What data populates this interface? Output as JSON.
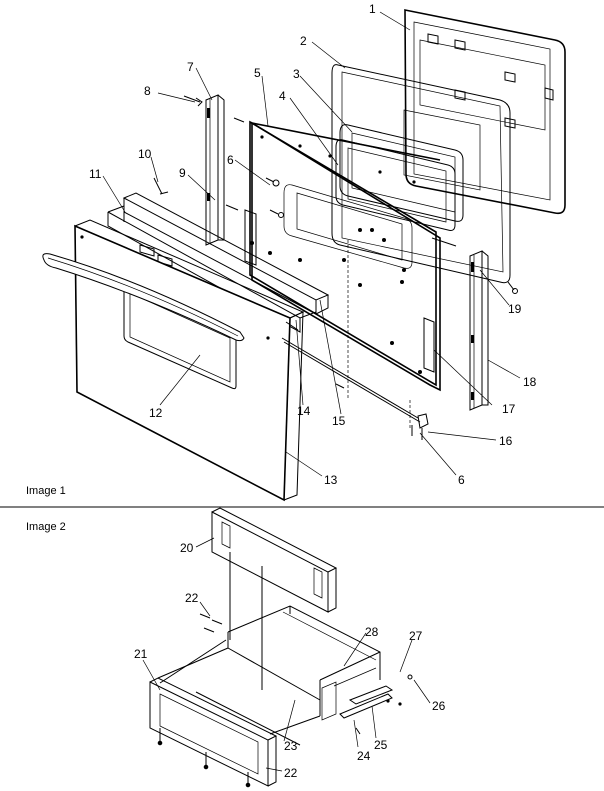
{
  "captions": {
    "image1": "Image 1",
    "image2": "Image 2"
  },
  "callouts": {
    "c1": "1",
    "c2": "2",
    "c3": "3",
    "c4": "4",
    "c5": "5",
    "c6a": "6",
    "c7": "7",
    "c8": "8",
    "c9": "9",
    "c10": "10",
    "c11": "11",
    "c12": "12",
    "c13": "13",
    "c14": "14",
    "c15": "15",
    "c16": "16",
    "c6b": "6",
    "c17": "17",
    "c18": "18",
    "c19": "19",
    "c20": "20",
    "c21": "21",
    "c22a": "22",
    "c22b": "22",
    "c23": "23",
    "c24": "24",
    "c25": "25",
    "c26": "26",
    "c27": "27",
    "c28": "28"
  }
}
